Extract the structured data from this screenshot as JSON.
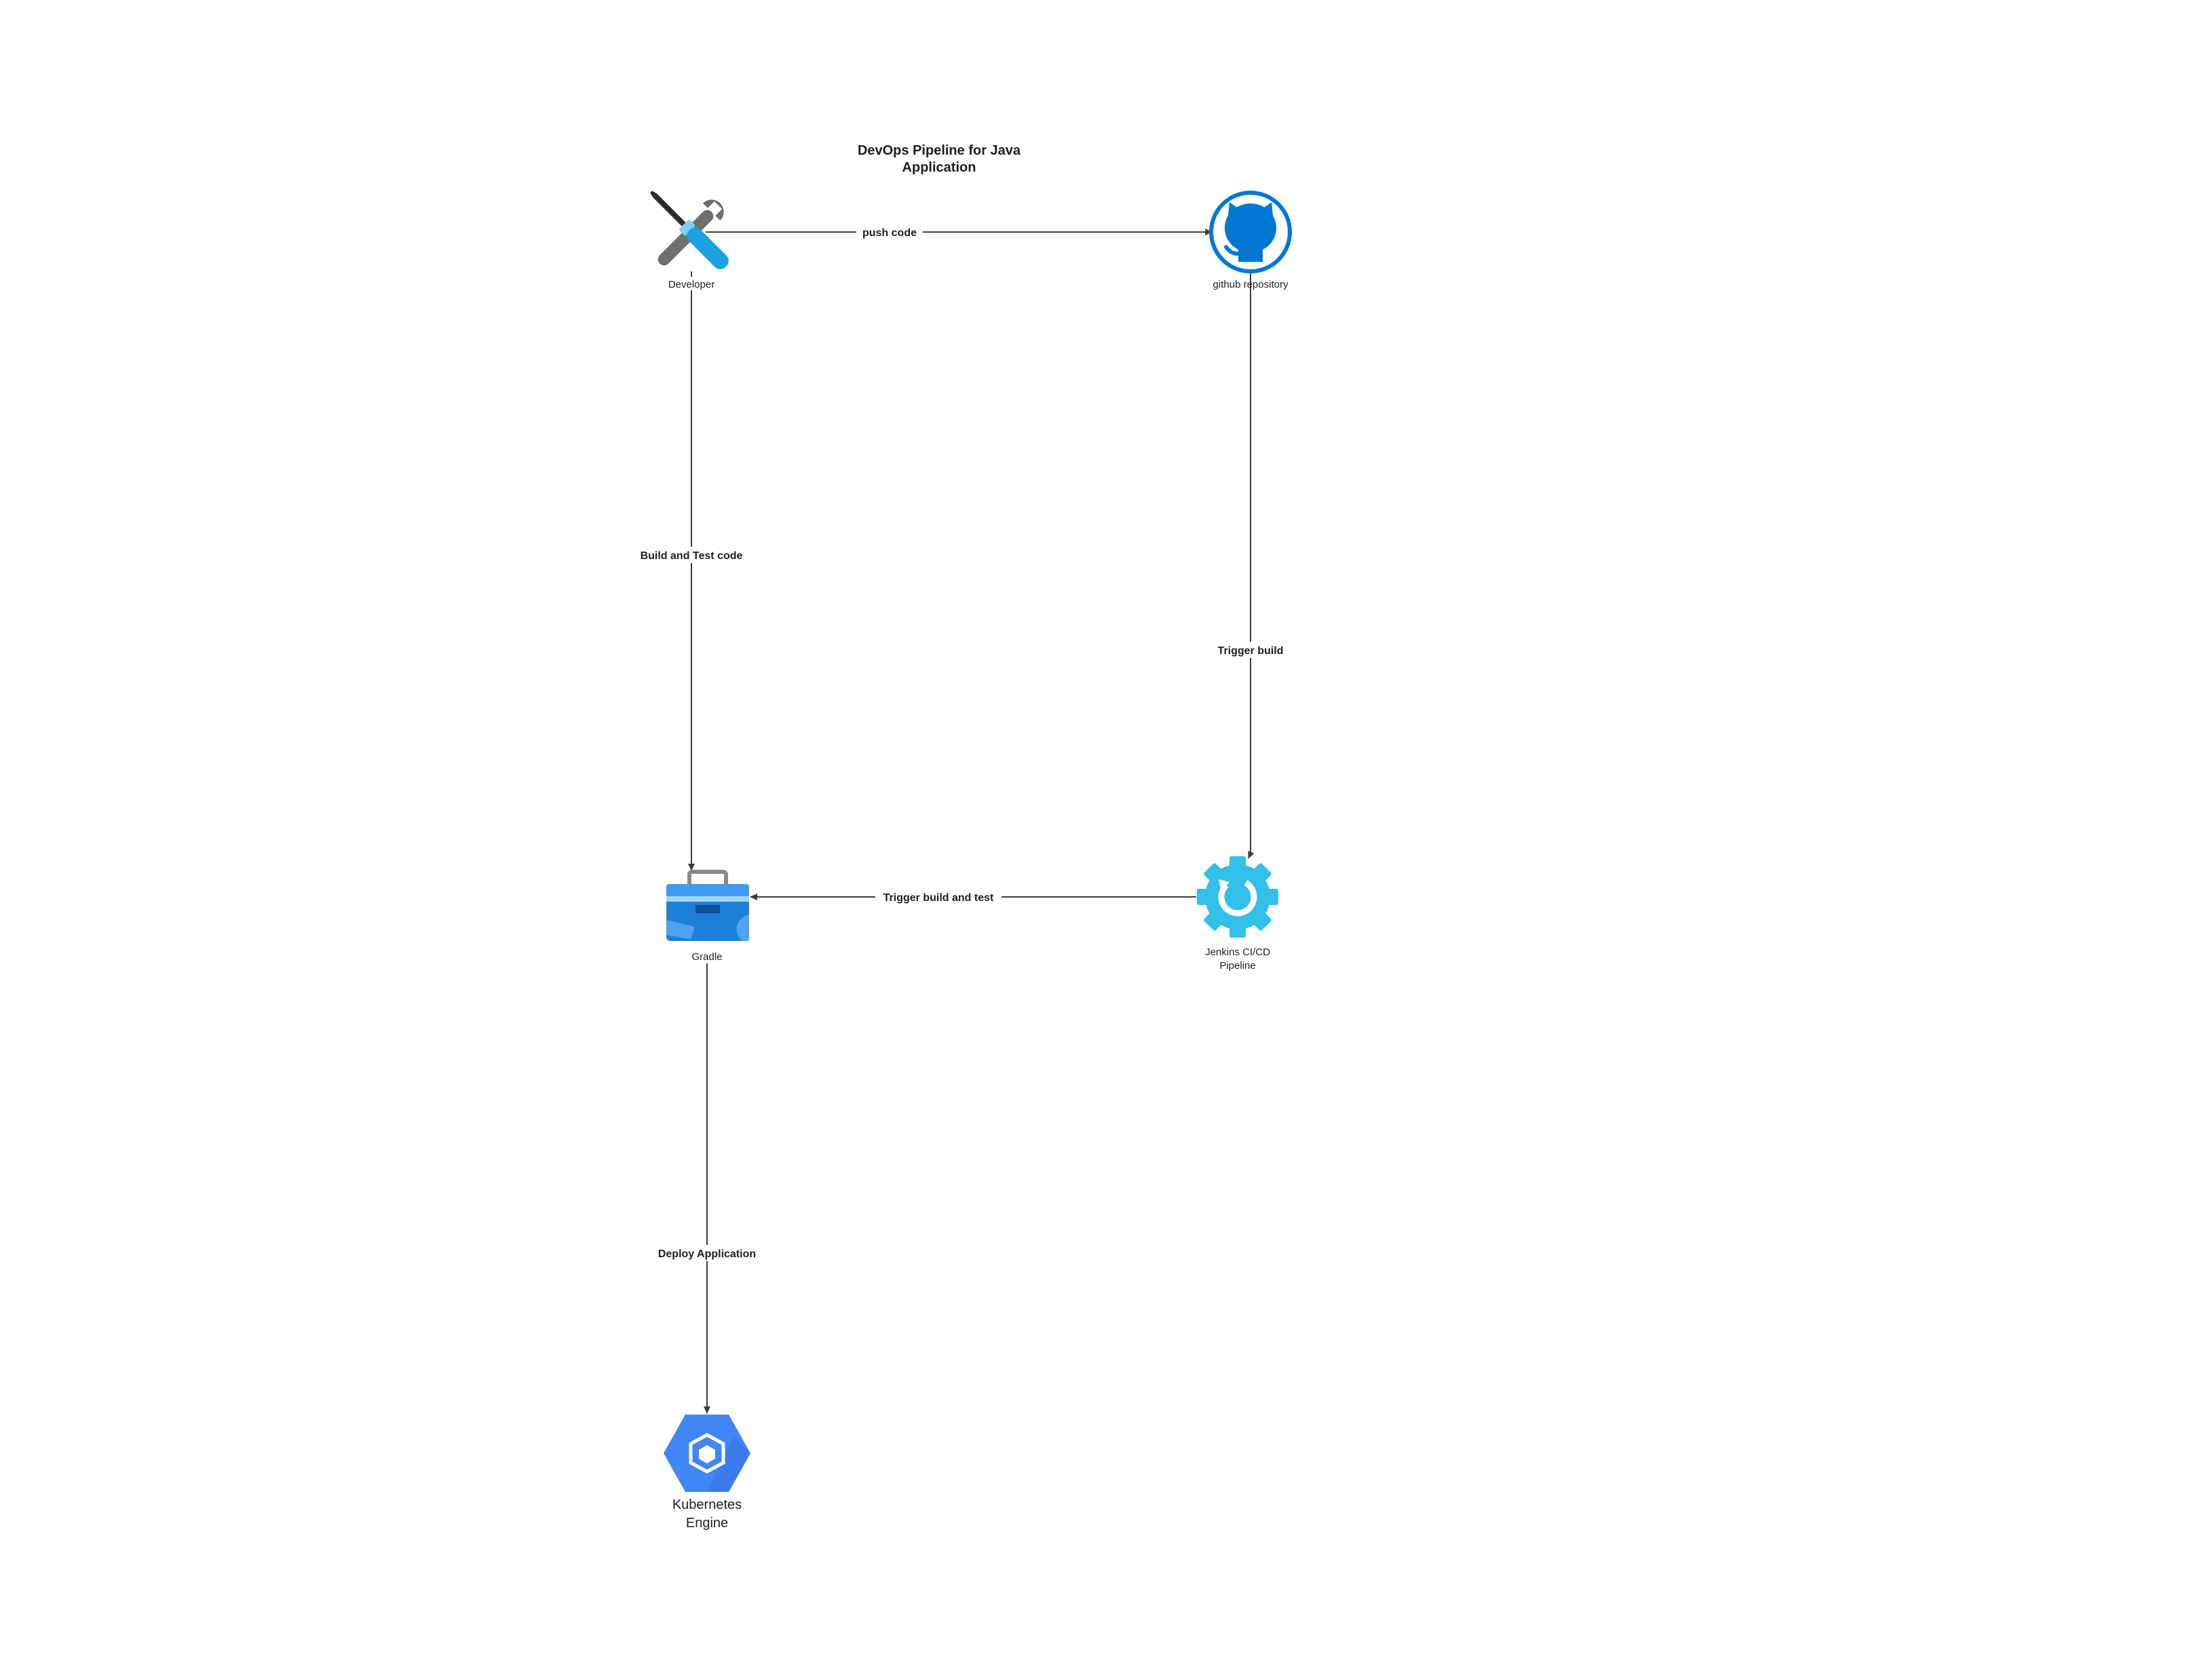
{
  "diagram": {
    "title_line1": "DevOps Pipeline for Java",
    "title_line2": "Application",
    "nodes": {
      "developer": {
        "label": "Developer",
        "icon": "tools-icon"
      },
      "github": {
        "label": "github repository",
        "icon": "github-icon"
      },
      "jenkins": {
        "label_line1": "Jenkins CI/CD",
        "label_line2": "Pipeline",
        "icon": "jenkins-gear-icon"
      },
      "gradle": {
        "label": "Gradle",
        "icon": "toolbox-icon"
      },
      "kubernetes": {
        "label_line1": "Kubernetes",
        "label_line2": "Engine",
        "icon": "kubernetes-engine-icon"
      }
    },
    "edges": {
      "push": {
        "label": "push code",
        "from": "Developer",
        "to": "github repository"
      },
      "build_test": {
        "label": "Build and Test code",
        "from": "Developer",
        "to": "Gradle"
      },
      "trigger": {
        "label": "Trigger build",
        "from": "github repository",
        "to": "Jenkins CI/CD Pipeline"
      },
      "trigger_test": {
        "label": "Trigger build and test",
        "from": "Jenkins CI/CD Pipeline",
        "to": "Gradle"
      },
      "deploy": {
        "label": "Deploy Application",
        "from": "Gradle",
        "to": "Kubernetes Engine"
      }
    },
    "colors": {
      "line": "#3d3d3d",
      "github_blue": "#0078d4",
      "jenkins_cyan": "#32bfe8",
      "gradle_blue": "#1e7fdb",
      "kubernetes_blue": "#4285f4"
    }
  }
}
